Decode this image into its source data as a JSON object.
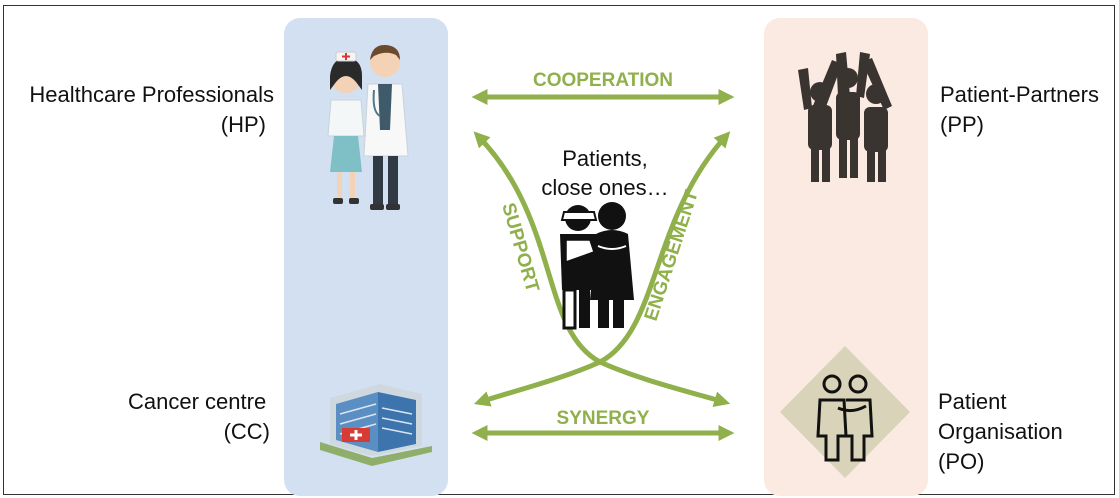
{
  "actors": {
    "hp": {
      "line1": "Healthcare Professionals",
      "line2": "(HP)"
    },
    "pp": {
      "line1": "Patient-Partners",
      "line2": "(PP)"
    },
    "cc": {
      "line1": "Cancer centre",
      "line2": "(CC)"
    },
    "po": {
      "line1": "Patient",
      "line2": "Organisation",
      "line3": "(PO)"
    }
  },
  "center": {
    "line1": "Patients,",
    "line2": "close ones…"
  },
  "relations": {
    "cooperation": "COOPERATION",
    "synergy": "SYNERGY",
    "support": "SUPPORT",
    "engagement": "ENGAGEMENT"
  },
  "colors": {
    "arrow": "#8fb04a",
    "panel_left": "#d3e0f1",
    "panel_right": "#fbeae1",
    "po_diamond": "#d8d3b9",
    "figure_dark": "#3a3430"
  },
  "icons": [
    "doctor-nurse-icon",
    "raised-hands-group-icon",
    "hospital-icon",
    "patient-organisation-icon",
    "patient-companion-icon"
  ]
}
